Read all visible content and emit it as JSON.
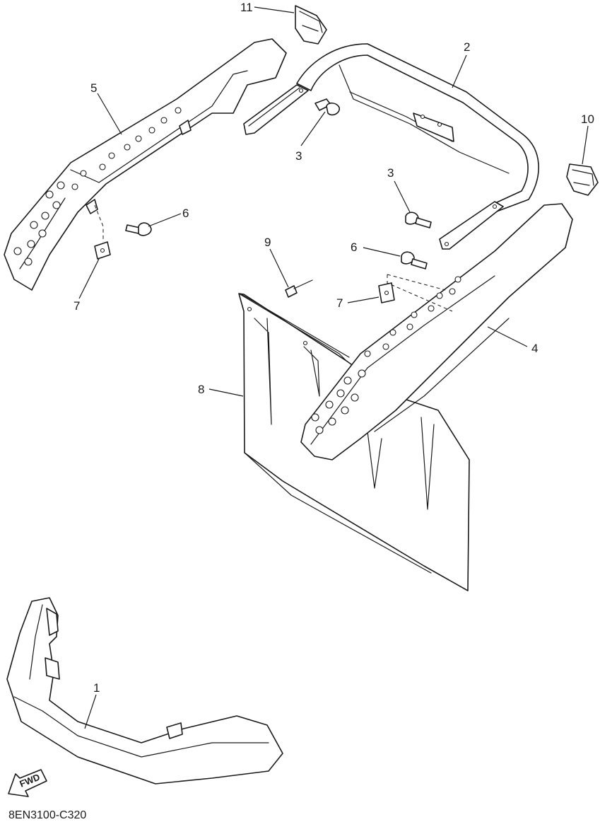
{
  "callouts": [
    {
      "id": "c11",
      "label": "11"
    },
    {
      "id": "c2",
      "label": "2"
    },
    {
      "id": "c5",
      "label": "5"
    },
    {
      "id": "c10",
      "label": "10"
    },
    {
      "id": "c3a",
      "label": "3"
    },
    {
      "id": "c3b",
      "label": "3"
    },
    {
      "id": "c6a",
      "label": "6"
    },
    {
      "id": "c6b",
      "label": "6"
    },
    {
      "id": "c9",
      "label": "9"
    },
    {
      "id": "c7a",
      "label": "7"
    },
    {
      "id": "c7b",
      "label": "7"
    },
    {
      "id": "c4",
      "label": "4"
    },
    {
      "id": "c8",
      "label": "8"
    },
    {
      "id": "c1",
      "label": "1"
    }
  ],
  "forward_arrow_label": "FWD",
  "diagram_code": "8EN3100-C320"
}
